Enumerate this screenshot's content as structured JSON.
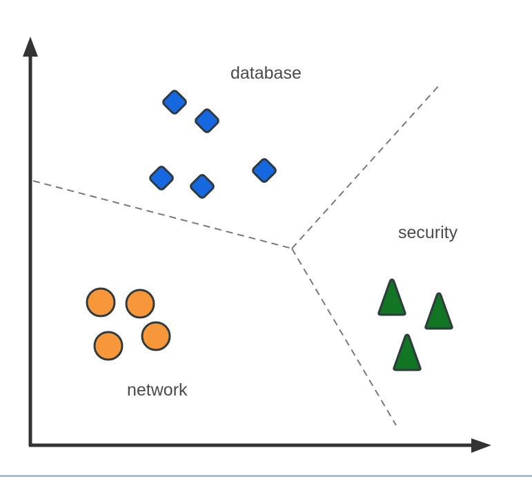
{
  "diagram": {
    "title": "",
    "colors": {
      "axis": "#333333",
      "boundary": "#777777",
      "database": "#1668e0",
      "network": "#f8973a",
      "security": "#127524",
      "outline": "#2f3a3f",
      "label": "#4a4a4a"
    },
    "clusters": [
      {
        "name": "database",
        "label": "database",
        "marker": "diamond",
        "points": [
          [
            253,
            148
          ],
          [
            300,
            175
          ],
          [
            234,
            258
          ],
          [
            293,
            270
          ],
          [
            383,
            247
          ]
        ]
      },
      {
        "name": "network",
        "label": "network",
        "marker": "circle",
        "points": [
          [
            146,
            438
          ],
          [
            203,
            440
          ],
          [
            157,
            501
          ],
          [
            226,
            487
          ]
        ]
      },
      {
        "name": "security",
        "label": "security",
        "marker": "triangle",
        "points": [
          [
            568,
            432
          ],
          [
            636,
            452
          ],
          [
            590,
            512
          ]
        ]
      }
    ],
    "boundaries": [
      {
        "name": "boundary-database-network",
        "from": [
          48,
          262
        ],
        "to": [
          423,
          360
        ]
      },
      {
        "name": "boundary-database-security",
        "from": [
          423,
          360
        ],
        "to": [
          636,
          124
        ]
      },
      {
        "name": "boundary-network-security",
        "from": [
          423,
          360
        ],
        "to": [
          574,
          616
        ]
      }
    ]
  }
}
